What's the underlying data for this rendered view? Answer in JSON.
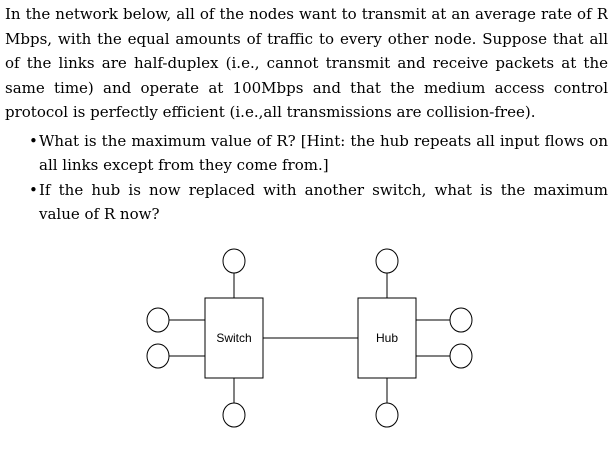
{
  "problem": {
    "intro": "In the network below, all of the nodes want to transmit at an average rate of R Mbps, with the equal amounts of traffic to every other node. Suppose that all of the links are half-duplex (i.e., cannot transmit and receive packets at the same time) and operate at 100Mbps and that the medium access control protocol is perfectly efficient (i.e.,all transmissions are collision-free).",
    "questions": [
      "What is the maximum value of R? [Hint: the hub repeats all input flows on all links except from they come from.]",
      "If the hub is now replaced with another switch, what is the maximum value of R now?"
    ],
    "bullet_symbol": "•"
  },
  "diagram": {
    "switch_label": "Switch",
    "hub_label": "Hub",
    "stroke_color": "#000000",
    "fill_color": "#ffffff"
  }
}
